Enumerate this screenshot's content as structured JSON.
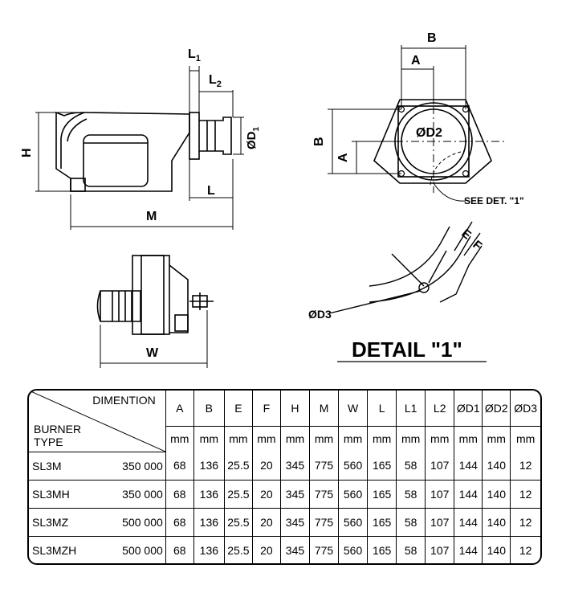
{
  "labels": {
    "L1": "L",
    "L1_sub": "1",
    "L2": "L",
    "L2_sub": "2",
    "H": "H",
    "D1": "ØD",
    "D1_sub": "1",
    "L": "L",
    "M": "M",
    "W": "W",
    "B_top": "B",
    "A_top": "A",
    "B_side": "B",
    "A_side": "A",
    "D2": "ØD2",
    "see_det": "SEE DET. \"1\"",
    "E": "E",
    "F": "F",
    "D3": "ØD3",
    "detail_title": "DETAIL \"1\""
  },
  "table": {
    "corner_top": "DIMENTION",
    "corner_bottom_1": "BURNER",
    "corner_bottom_2": "TYPE",
    "columns": [
      "A",
      "B",
      "E",
      "F",
      "H",
      "M",
      "W",
      "L",
      "L1",
      "L2",
      "ØD1",
      "ØD2",
      "ØD3"
    ],
    "unit": "mm",
    "rows": [
      {
        "type": "SL3M",
        "power": "350 000",
        "values": [
          "68",
          "136",
          "25.5",
          "20",
          "345",
          "775",
          "560",
          "165",
          "58",
          "107",
          "144",
          "140",
          "12"
        ]
      },
      {
        "type": "SL3MH",
        "power": "350 000",
        "values": [
          "68",
          "136",
          "25.5",
          "20",
          "345",
          "775",
          "560",
          "165",
          "58",
          "107",
          "144",
          "140",
          "12"
        ]
      },
      {
        "type": "SL3MZ",
        "power": "500 000",
        "values": [
          "68",
          "136",
          "25.5",
          "20",
          "345",
          "775",
          "560",
          "165",
          "58",
          "107",
          "144",
          "140",
          "12"
        ]
      },
      {
        "type": "SL3MZH",
        "power": "500 000",
        "values": [
          "68",
          "136",
          "25.5",
          "20",
          "345",
          "775",
          "560",
          "165",
          "58",
          "107",
          "144",
          "140",
          "12"
        ]
      }
    ]
  }
}
